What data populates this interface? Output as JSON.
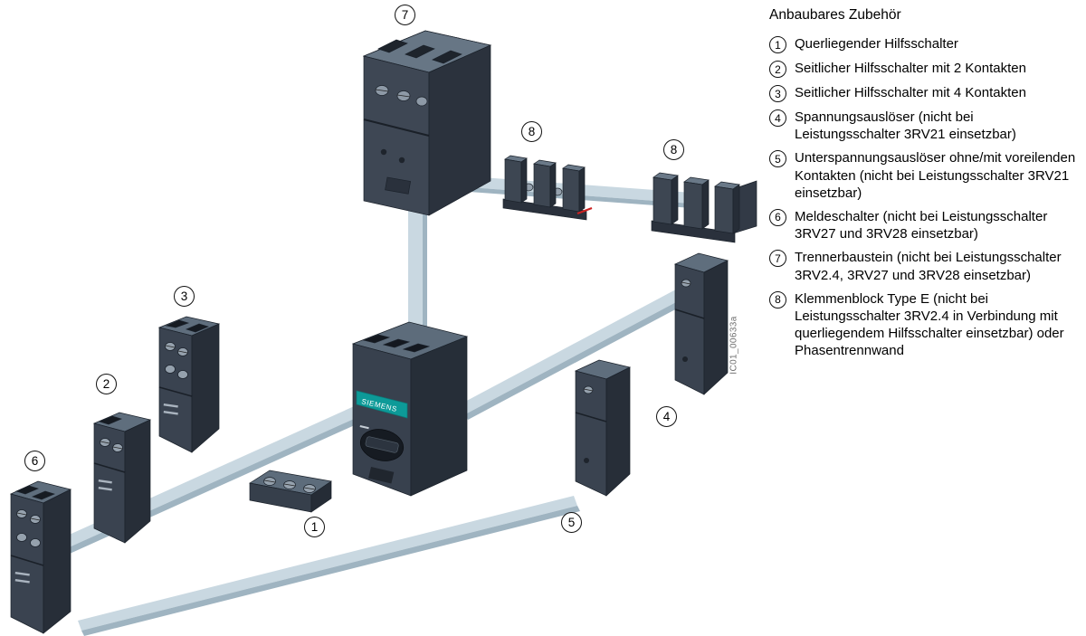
{
  "figure": {
    "id_label": "IC01_00633a",
    "brand": "SIEMENS"
  },
  "colors": {
    "accent_teal": "#0d9a98",
    "ribbon": "#c9d8e1",
    "ribbon_edge": "#9fb4c1",
    "body_front": "#3a4350",
    "body_top": "#5f6e7d",
    "body_side": "#272e38",
    "red_mark": "#cc2222"
  },
  "callouts": {
    "c1": "1",
    "c2": "2",
    "c3": "3",
    "c4": "4",
    "c5": "5",
    "c6": "6",
    "c7": "7",
    "c8a": "8",
    "c8b": "8"
  },
  "legend": {
    "title": "Anbaubares Zubehör",
    "items": [
      {
        "num": "1",
        "text": "Querliegender Hilfsschalter"
      },
      {
        "num": "2",
        "text": "Seitlicher Hilfsschalter mit 2 Kontakten"
      },
      {
        "num": "3",
        "text": "Seitlicher Hilfsschalter mit 4 Kontakten"
      },
      {
        "num": "4",
        "text": "Spannungsauslöser (nicht bei Leistungsschalter 3RV21 einsetzbar)"
      },
      {
        "num": "5",
        "text": "Unterspannungsauslöser ohne/mit voreilenden Kontakten (nicht bei Leistungsschalter 3RV21 einsetzbar)"
      },
      {
        "num": "6",
        "text": "Meldeschalter (nicht bei Leistungsschalter 3RV27 und 3RV28 einsetzbar)"
      },
      {
        "num": "7",
        "text": "Trennerbaustein (nicht bei Leistungsschalter 3RV2.4, 3RV27 und 3RV28 einsetzbar)"
      },
      {
        "num": "8",
        "text": "Klemmenblock Type E (nicht bei Leistungsschalter 3RV2.4 in Verbindung mit querliegendem Hilfsschalter einsetzbar) oder Phasentrennwand"
      }
    ]
  }
}
